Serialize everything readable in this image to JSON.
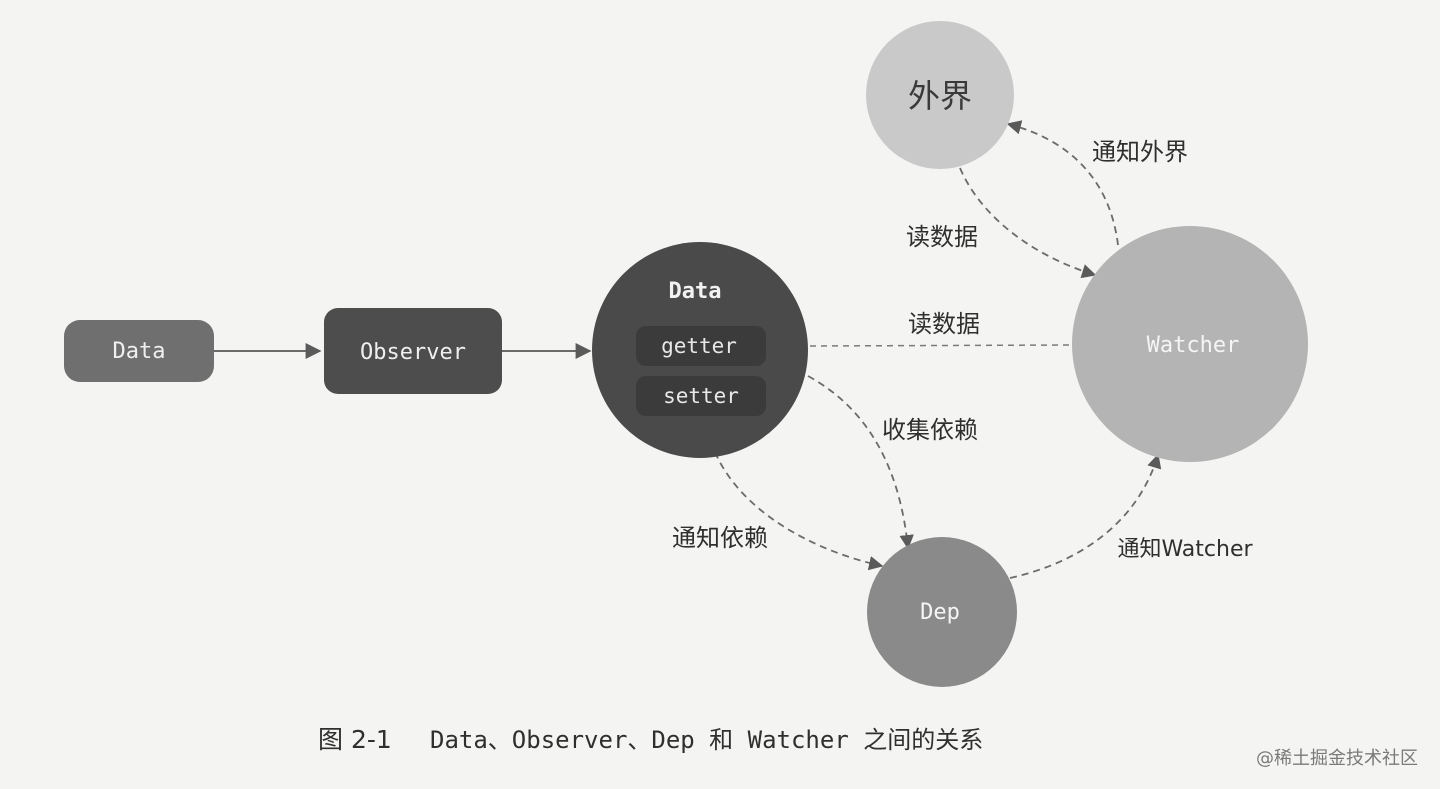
{
  "nodes": {
    "data_box": "Data",
    "observer_box": "Observer",
    "data_circle": "Data",
    "getter": "getter",
    "setter": "setter",
    "watcher": "Watcher",
    "outside": "外界",
    "dep": "Dep"
  },
  "edges": {
    "read_data_top": "读数据",
    "notify_outside": "通知外界",
    "read_data_mid": "读数据",
    "collect_deps": "收集依赖",
    "notify_deps": "通知依赖",
    "notify_watcher": "通知Watcher"
  },
  "caption": {
    "figure_no": "图 2-1",
    "text": "Data、Observer、Dep 和 Watcher 之间的关系"
  },
  "watermark": "@稀土掘金技术社区",
  "colors": {
    "background": "#f4f4f2",
    "dark_node": "#4a4a4a",
    "mid_node": "#5e5e5e",
    "light_node": "#b4b4b4",
    "outside_node": "#c9c9c9",
    "dep_node": "#8a8a8a",
    "edge": "#6b6b6b",
    "text_dark": "#2f2f2f"
  }
}
